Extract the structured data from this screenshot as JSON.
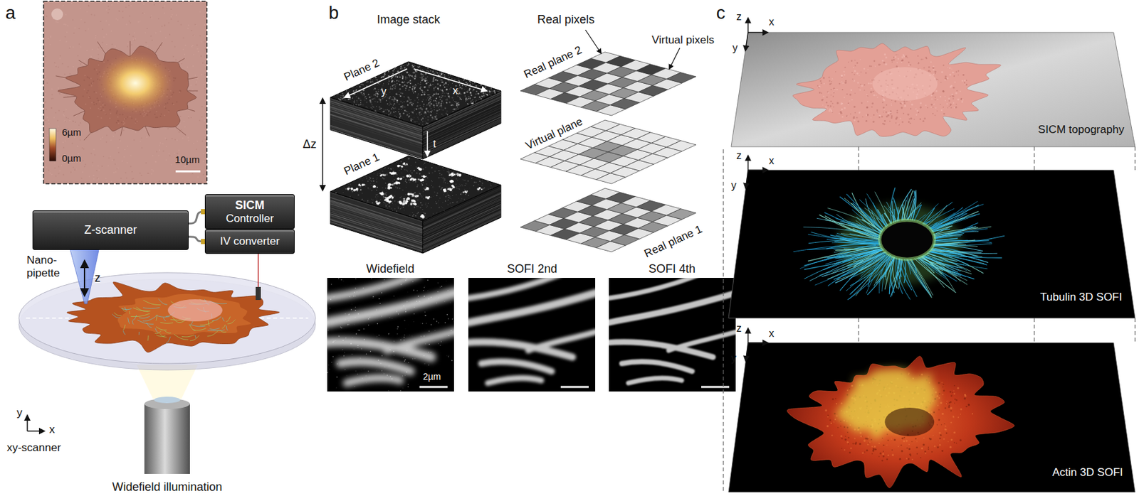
{
  "diagram": {
    "nodes": [
      {
        "text": [
          "Z-scanner"
        ]
      },
      {
        "text": [
          "SICM",
          "Controller"
        ]
      },
      {
        "text": [
          "IV converter"
        ]
      }
    ],
    "edges": [
      {
        "from": 0,
        "to": 1,
        "arrow": "none"
      },
      {
        "from": 0,
        "to": 2,
        "arrow": "none"
      }
    ],
    "labels": [
      "a",
      "6µm",
      "0µm",
      "10µm",
      "Nano-pipette",
      "z",
      "y",
      "x",
      "xy-scanner",
      "Widefield illumination",
      "b",
      "Image stack",
      "Plane 2",
      "y",
      "x",
      "t",
      "Δz",
      "Plane 1",
      "Real pixels",
      "Real plane 2",
      "Virtual pixels",
      "Virtual plane",
      "Real plane 1",
      "Widefield",
      "SOFI 2nd",
      "SOFI 4th",
      "2µm",
      "c",
      "z",
      "x",
      "y",
      "SICM topography",
      "z",
      "x",
      "y",
      "Tubulin 3D SOFI",
      "z",
      "x",
      "y",
      "Actin 3D SOFI"
    ]
  }
}
